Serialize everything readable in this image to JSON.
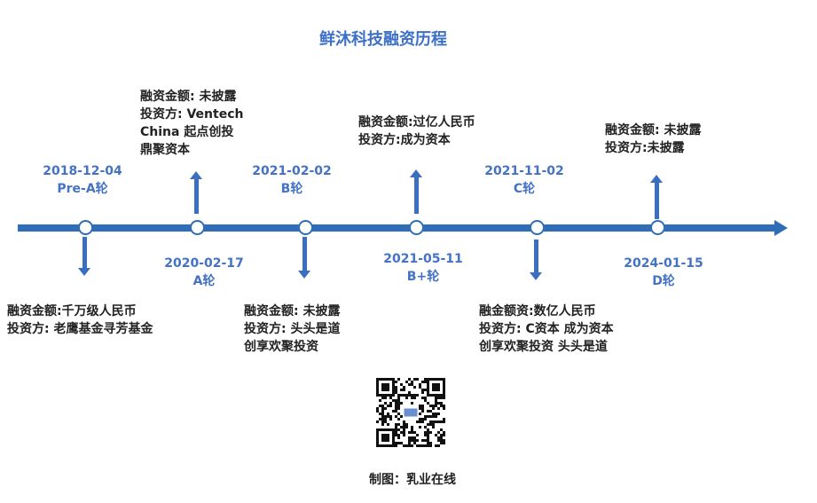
{
  "title": "鲜沐科技融资历程",
  "colors": {
    "accent": "#4472c4",
    "line": "#2f6db8"
  },
  "events": [
    {
      "date": "2018-12-04",
      "round": "Pre-A轮",
      "details": [
        "融资金额:千万级人民币",
        "投资方: 老鹰基金寻芳基金"
      ]
    },
    {
      "date": "2020-02-17",
      "round": "A轮",
      "details": [
        "融资金额: 未披露",
        "投资方: Ventech",
        "China 起点创投",
        "鼎聚资本"
      ]
    },
    {
      "date": "2021-02-02",
      "round": "B轮",
      "details": [
        "融资金额:  未披露",
        "投资方: 头头是道",
        "创享欢聚投资"
      ]
    },
    {
      "date": "2021-05-11",
      "round": "B+轮",
      "details": [
        "融资金额:过亿人民币",
        "投资方:成为资本"
      ]
    },
    {
      "date": "2021-11-02",
      "round": "C轮",
      "details": [
        "融金额资:数亿人民币",
        "投资方: C资本 成为资本",
        "创享欢聚投资 头头是道"
      ]
    },
    {
      "date": "2024-01-15",
      "round": "D轮",
      "details": [
        "融资金额: 未披露",
        "投资方:未披露"
      ]
    }
  ],
  "caption": "制图：乳业在线"
}
